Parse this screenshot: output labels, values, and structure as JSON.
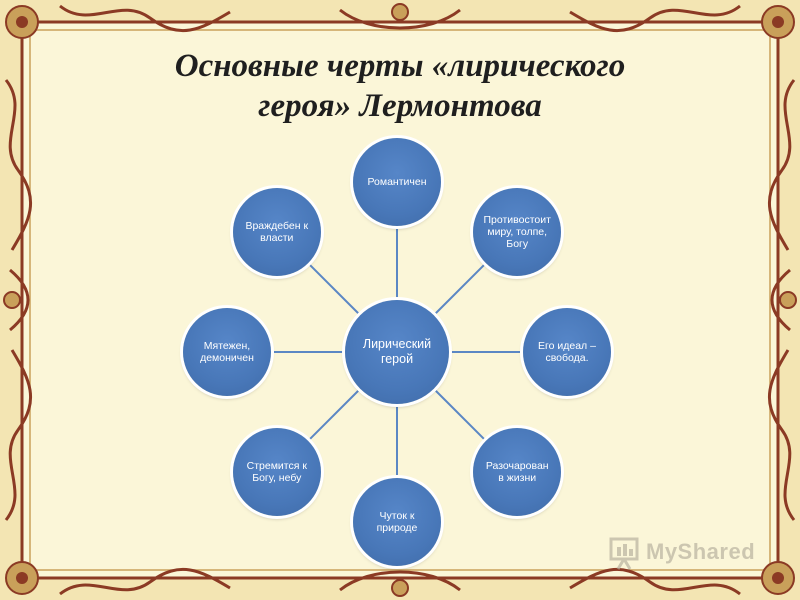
{
  "title": {
    "line1": "Основные черты «лирического",
    "line2": "героя» Лермонтова"
  },
  "diagram": {
    "center": "Лирический герой",
    "nodes": [
      "Романтичен",
      "Противостоит миру, толпе, Богу",
      "Его идеал – свобода.",
      "Разочарован в жизни",
      "Чуток к природе",
      "Стремится к Богу, небу",
      "Мятежен, демоничен",
      "Враждебен к власти"
    ]
  },
  "colors": {
    "node_fill": "#4a78b8",
    "background": "#fbf6d8",
    "frame": "#8b3a24",
    "connector": "#5b87c4"
  },
  "watermark": {
    "text": "MyShared",
    "icon": "presentation-board-icon"
  }
}
